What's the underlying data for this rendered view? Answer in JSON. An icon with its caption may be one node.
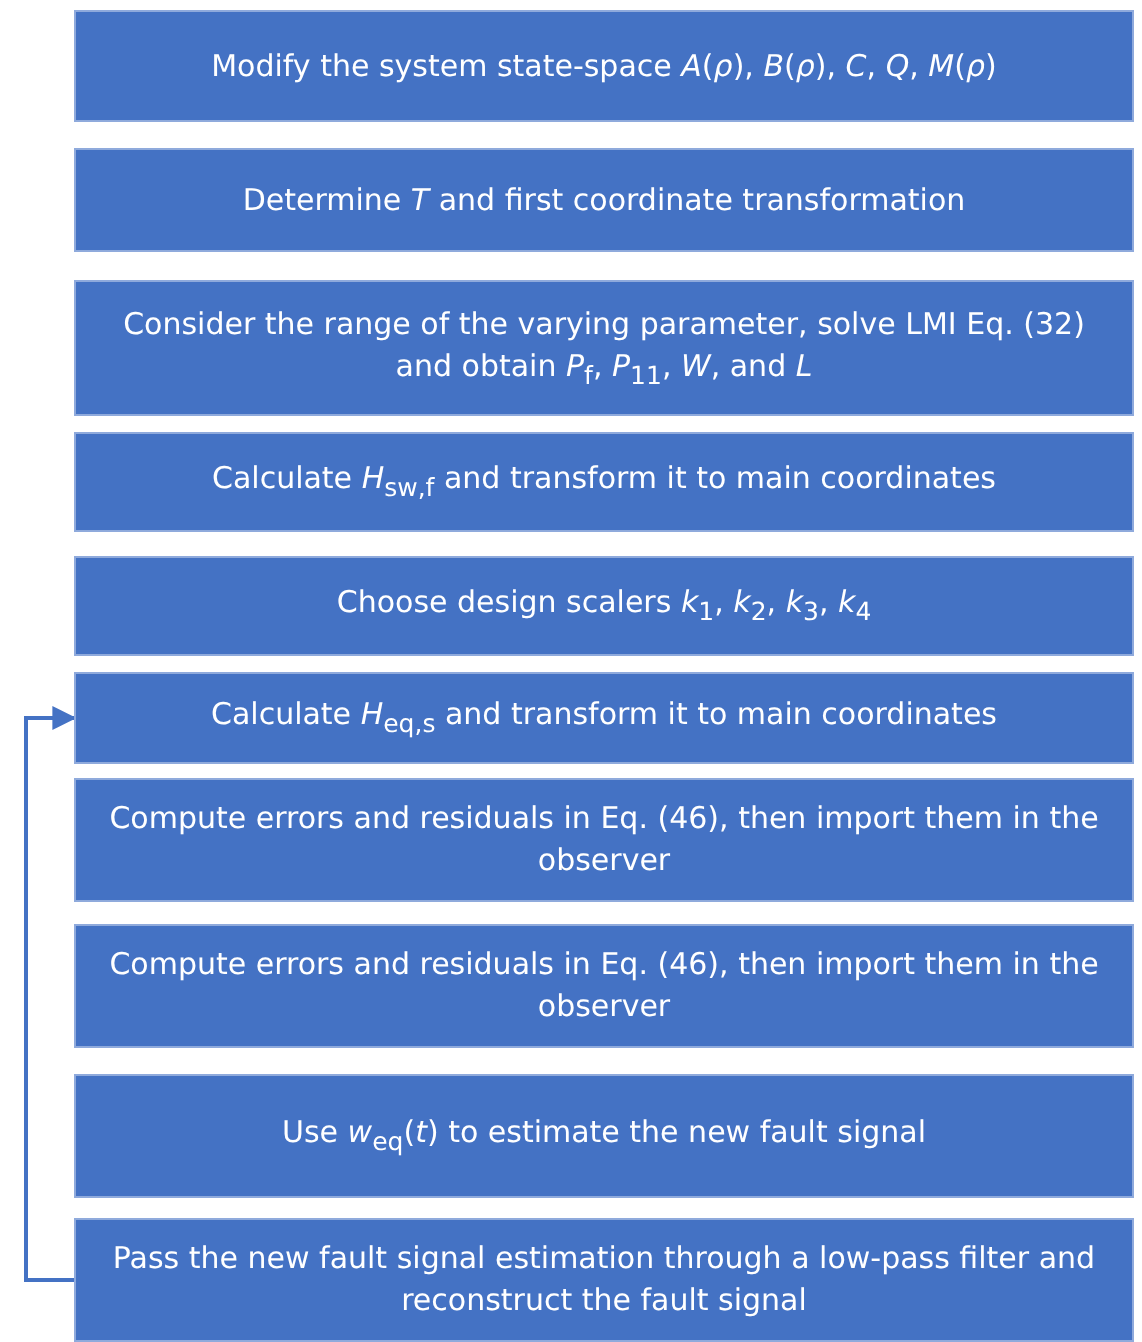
{
  "diagram": {
    "nodes": [
      {
        "text": [
          "Modify the system state-space *A*(*ρ*), *B*(*ρ*), *C*, *Q*, *M*(*ρ*)"
        ]
      },
      {
        "text": [
          "Determine *T* and first coordinate transformation"
        ]
      },
      {
        "text": [
          "Consider the range of the varying parameter, solve LMI Eq. (32) and obtain *P*$_{f}$, *P*$_{11}$, *W*, and *L*"
        ]
      },
      {
        "text": [
          "Calculate *H*$_{sw,f}$ and transform it to main coordinates"
        ]
      },
      {
        "text": [
          "Choose design scalers *k*$_{1}$, *k*$_{2}$, *k*$_{3}$, *k*$_{4}$"
        ]
      },
      {
        "text": [
          "Calculate *H*$_{eq,s}$ and transform it to main coordinates"
        ]
      },
      {
        "text": [
          "Compute errors and residuals in Eq. (46), then import them in the observer"
        ]
      },
      {
        "text": [
          "Compute errors and residuals in Eq. (46), then import them in the observer"
        ]
      },
      {
        "text": [
          "Use *w*$_{eq}$(*t*) to estimate the new fault signal"
        ]
      },
      {
        "text": [
          "Pass the new fault signal estimation through a low-pass filter and reconstruct the fault signal"
        ]
      }
    ],
    "edges": [
      {
        "from": 9,
        "to": 5,
        "arrow": "to"
      }
    ]
  }
}
